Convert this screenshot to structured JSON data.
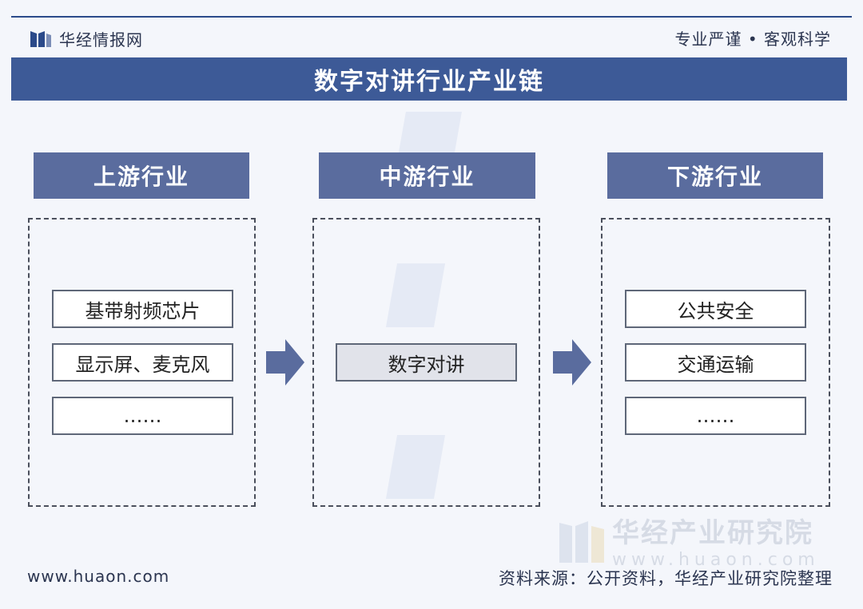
{
  "header": {
    "brand_name": "华经情报网",
    "slogan": "专业严谨 • 客观科学"
  },
  "title": "数字对讲行业产业链",
  "columns": [
    {
      "header": "上游行业",
      "items": [
        "基带射频芯片",
        "显示屏、麦克风",
        "……"
      ]
    },
    {
      "header": "中游行业",
      "items": [
        "数字对讲"
      ]
    },
    {
      "header": "下游行业",
      "items": [
        "公共安全",
        "交通运输",
        "……"
      ]
    }
  ],
  "watermark": {
    "cn": "华经产业研究院",
    "en": "www.huaon.com"
  },
  "footer": {
    "website": "www.huaon.com",
    "source": "资料来源：公开资料，华经产业研究院整理"
  },
  "colors": {
    "title_bar": "#3d5a97",
    "column_header": "#5a6c9e",
    "arrow": "#5a6c9e"
  }
}
